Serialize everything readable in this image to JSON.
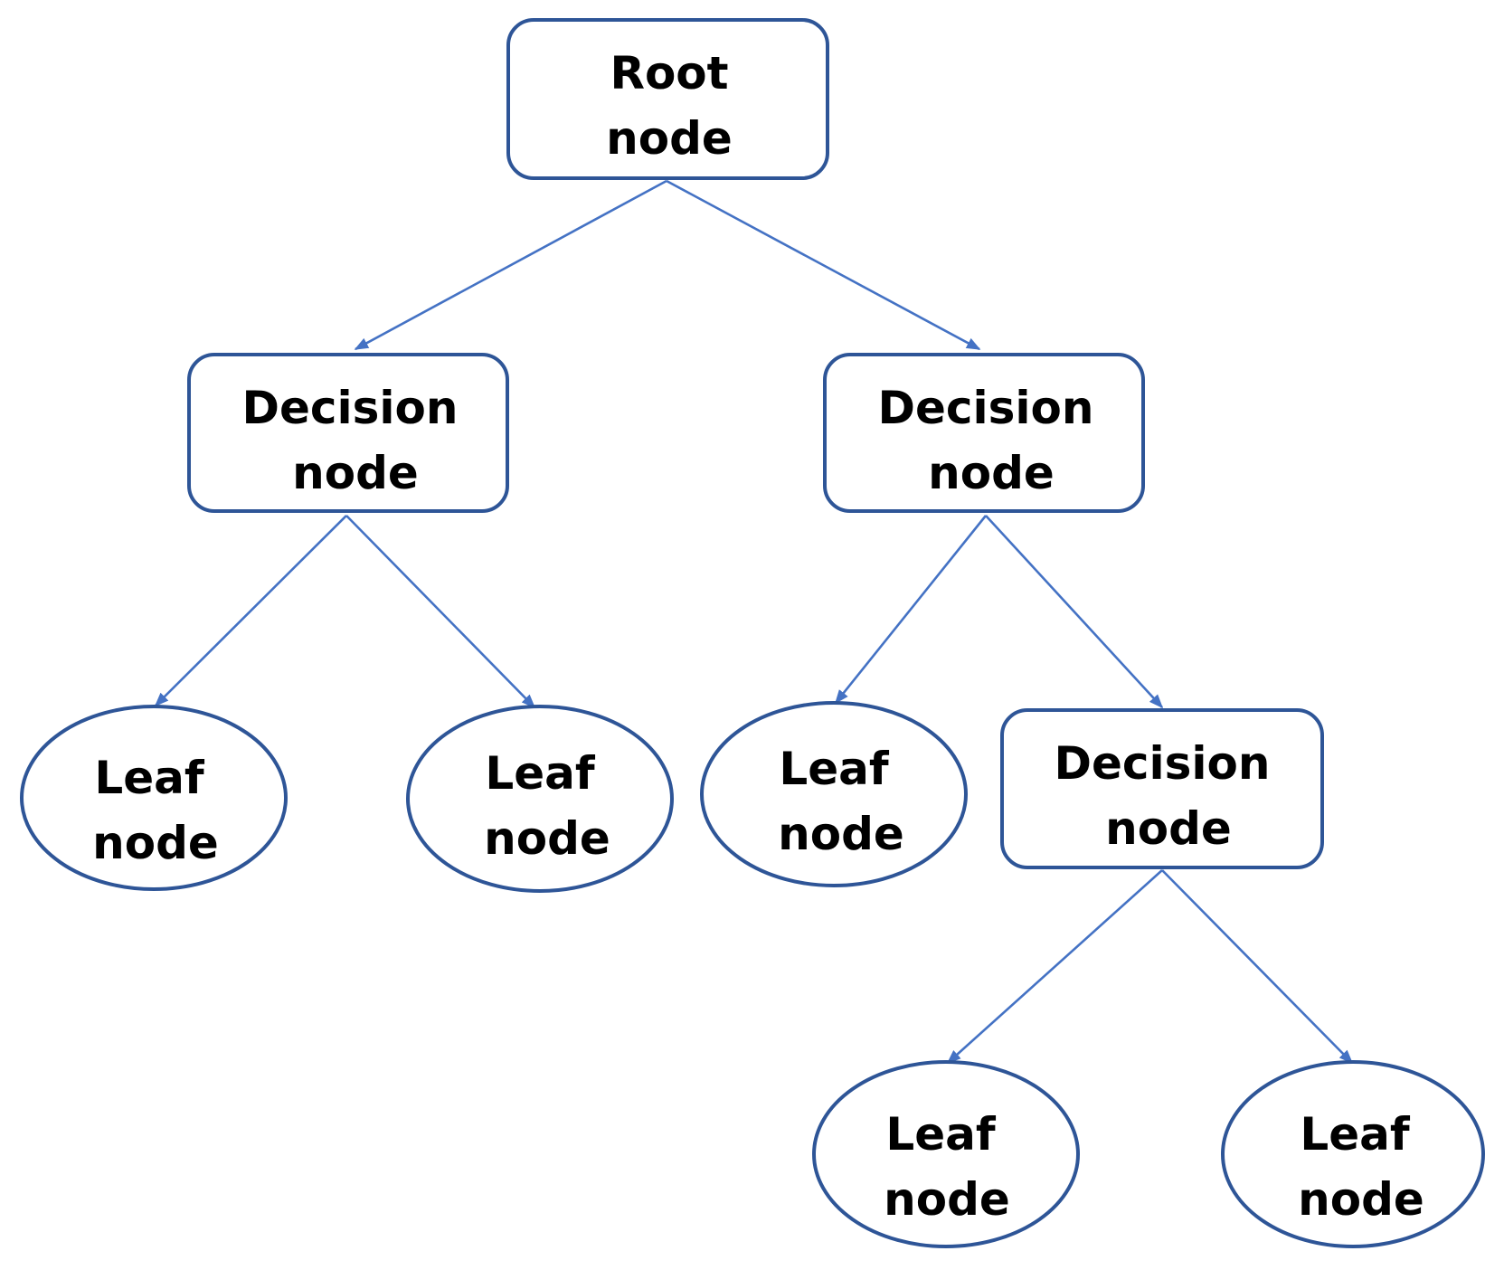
{
  "colors": {
    "node_border": "#2E5597",
    "edge": "#4472C4",
    "text": "#000000",
    "background": "#FFFFFF"
  },
  "nodes": {
    "root": {
      "line1": "Root",
      "line2": "node"
    },
    "decision_left": {
      "line1": "Decision",
      "line2": "node"
    },
    "decision_right": {
      "line1": "Decision",
      "line2": "node"
    },
    "decision_lower": {
      "line1": "Decision",
      "line2": "node"
    },
    "leaf_1": {
      "line1": "Leaf",
      "line2": "node"
    },
    "leaf_2": {
      "line1": "Leaf",
      "line2": "node"
    },
    "leaf_3": {
      "line1": "Leaf",
      "line2": "node"
    },
    "leaf_4": {
      "line1": "Leaf",
      "line2": "node"
    },
    "leaf_5": {
      "line1": "Leaf",
      "line2": "node"
    }
  },
  "edges": [
    {
      "from": "root",
      "to": "decision_left"
    },
    {
      "from": "root",
      "to": "decision_right"
    },
    {
      "from": "decision_left",
      "to": "leaf_1"
    },
    {
      "from": "decision_left",
      "to": "leaf_2"
    },
    {
      "from": "decision_right",
      "to": "leaf_3"
    },
    {
      "from": "decision_right",
      "to": "decision_lower"
    },
    {
      "from": "decision_lower",
      "to": "leaf_4"
    },
    {
      "from": "decision_lower",
      "to": "leaf_5"
    }
  ]
}
